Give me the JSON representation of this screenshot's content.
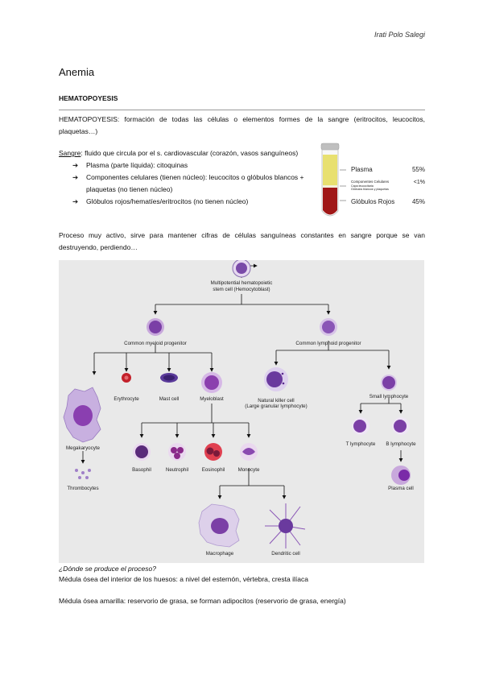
{
  "author": "Irati Polo Salegi",
  "title": "Anemia",
  "section": "HEMATOPOYESIS",
  "definition": {
    "term": "HEMATOPOYESIS",
    "text": ": formación de todas las células o elementos formes de la sangre (eritrocitos, leucocitos, plaquetas…)"
  },
  "sangre": {
    "term": "Sangre",
    "text": ": fluido que circula por el s. cardiovascular (corazón, vasos sanguíneos)",
    "items": [
      "Plasma (parte líquida): citoquinas",
      "Componentes celulares (tienen núcleo): leucocitos o glóbulos blancos + plaquetas (no tienen núcleo)",
      "Glóbulos rojos/hematíes/eritrocitos (no tienen núcleo)"
    ]
  },
  "tube": {
    "plasma_label": "Plasma",
    "plasma_pct": "55%",
    "buffy_label": "Componentes Celulares",
    "buffy_pct": "<1%",
    "buffy_sub1": "Capa leucocitaria",
    "buffy_sub2": "Glóbulos blancos y plaquetas",
    "rbc_label": "Glóbulos Rojos",
    "rbc_pct": "45%",
    "colors": {
      "plasma": "#e8e070",
      "rbc": "#a01818",
      "buffy": "#f4f0d8"
    }
  },
  "process_text": "Proceso muy activo, sirve para mantener cifras de células sanguíneas constantes en sangre porque se van destruyendo, perdiendo…",
  "diagram": {
    "stem_line1": "Multipotential hematopoietic",
    "stem_line2": "stem cell (Hemocytoblast)",
    "myeloid": "Common myeloid progenitor",
    "lymphoid": "Common lymphoid progenitor",
    "erythrocyte": "Erythrocyte",
    "mast": "Mast cell",
    "myeloblast": "Myeloblast",
    "nk1": "Natural killer cell",
    "nk2": "(Large granular lymphocyte)",
    "small_lymph": "Small lymphocyte",
    "megakaryocyte": "Megakaryocyte",
    "thrombocytes": "Thrombocytes",
    "basophil": "Basophil",
    "neutrophil": "Neutrophil",
    "eosinophil": "Eosinophil",
    "monocyte": "Monocyte",
    "t_lymph": "T lymphocyte",
    "b_lymph": "B lymphocyte",
    "plasma_cell": "Plasma cell",
    "macrophage": "Macrophage",
    "dendritic": "Dendritic cell"
  },
  "question": "¿Dónde se produce el proceso?",
  "medula_roja": "Médula ósea del interior de los huesos: a nivel del esternón, vértebra, cresta ilíaca",
  "medula_amarilla": "Médula ósea amarilla: reservorio de grasa, se forman adipocitos (reservorio de grasa, energía)"
}
